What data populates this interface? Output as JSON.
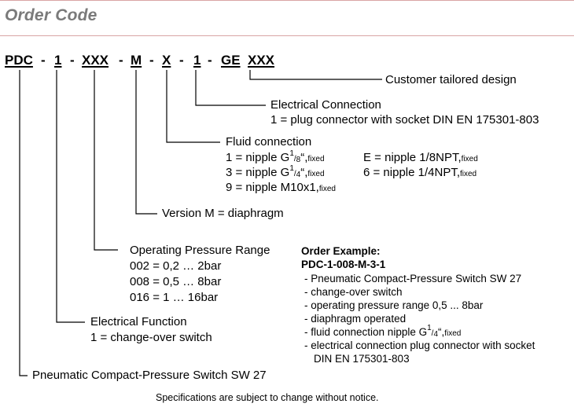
{
  "title": "Order Code",
  "code": {
    "pdc": "PDC",
    "sep1": "-",
    "function": "1",
    "sep2": "-",
    "pressure": "XXX",
    "sep3": "-",
    "version": "M",
    "sep4": "-",
    "fluid": "X",
    "sep5": "-",
    "electrical": "1",
    "sep6": "-",
    "ge": "GE",
    "customer": "XXX"
  },
  "customer_tailored": "Customer tailored design",
  "electrical_connection": {
    "heading": "Electrical  Connection",
    "option1": "1 = plug connector with socket DIN EN 175301-803"
  },
  "fluid_connection": {
    "heading": "Fluid connection",
    "o1_prefix": "1 = nipple G",
    "o1_num": "1",
    "o1_den": "8",
    "o1_quote": "“,",
    "o1_suffix": "fixed",
    "o3_prefix": "3 = nipple G",
    "o3_num": "1",
    "o3_den": "4",
    "o3_quote": "“,",
    "o3_suffix": "fixed",
    "o9_main": "9 = nipple M10x1,",
    "o9_suffix": "fixed",
    "oE_main": "E = nipple 1/8NPT,",
    "oE_suffix": "fixed",
    "o6_main": "6 = nipple 1/4NPT,",
    "o6_suffix": "fixed"
  },
  "version": "Version  M = diaphragm",
  "pressure_range": {
    "heading": "Operating Pressure Range",
    "o002": "002 = 0,2 … 2bar",
    "o008": "008 = 0,5 … 8bar",
    "o016": "016 =  1 … 16bar"
  },
  "electrical_function": {
    "heading": "Electrical Function",
    "option1": "1 = change-over switch"
  },
  "product": "Pneumatic Compact-Pressure Switch SW 27",
  "order_example": {
    "heading": "Order Example:",
    "code": "PDC-1-008-M-3-1",
    "line1": "- Pneumatic Compact-Pressure Switch SW 27",
    "line2": "- change-over switch",
    "line3": "- operating pressure range 0,5 ... 8bar",
    "line4": "- diaphragm operated",
    "line5_prefix": "- fluid connection nipple G",
    "line5_num": "1",
    "line5_den": "4",
    "line5_quote": "“,",
    "line5_suffix": "fixed",
    "line6": "- electrical connection plug connector with socket",
    "line7": "DIN EN 175301-803"
  },
  "footer": "Specifications are subject to change without notice."
}
